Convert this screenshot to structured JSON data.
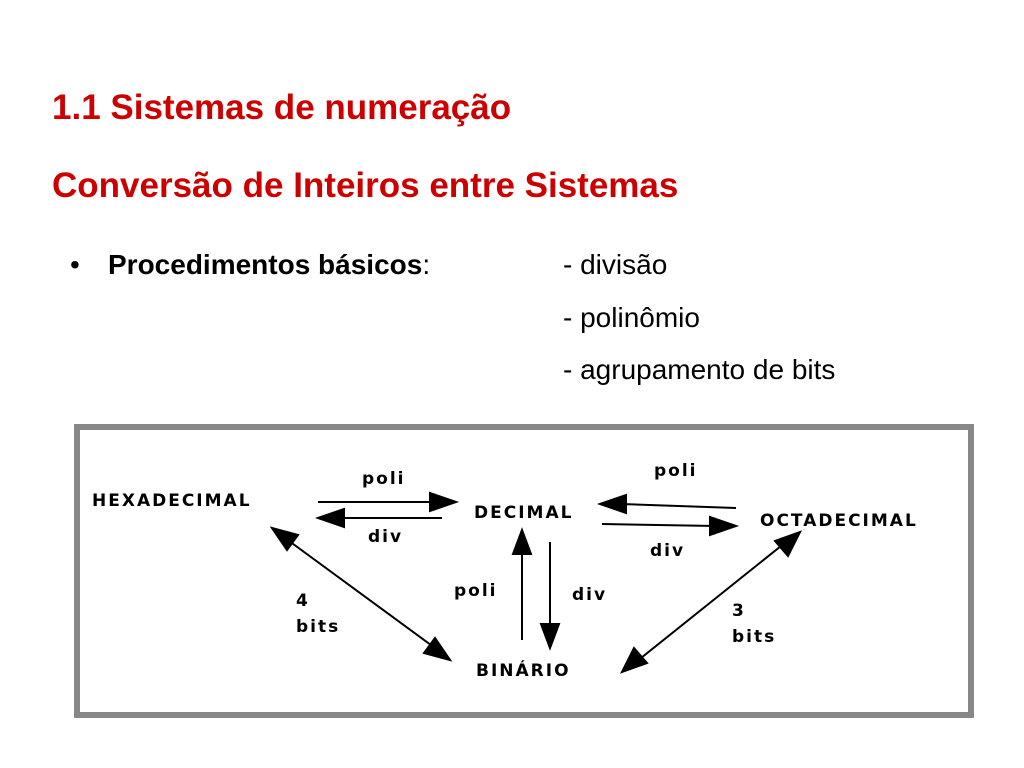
{
  "header": {
    "title": "1.1 Sistemas de numeração",
    "subtitle": "Conversão de Inteiros entre Sistemas"
  },
  "bullet": {
    "label": "Procedimentos básicos",
    "colon": ":",
    "items": [
      "- divisão",
      "- polinômio",
      "- agrupamento de bits"
    ]
  },
  "diagram": {
    "nodes": {
      "hex": "HEXADECIMAL",
      "dec": "DECIMAL",
      "oct": "OCTADECIMAL",
      "bin": "BINÁRIO"
    },
    "edges": {
      "hex_dec_top": "poli",
      "hex_dec_bottom": "div",
      "dec_oct_top": "poli",
      "dec_oct_bottom": "div",
      "bin_dec_up": "poli",
      "dec_bin_down": "div",
      "hex_bin_line1": "4",
      "hex_bin_line2": "bits",
      "oct_bin_line1": "3",
      "oct_bin_line2": "bits"
    }
  },
  "colors": {
    "title": "#cc0000",
    "frame": "#888888",
    "text": "#000000"
  }
}
